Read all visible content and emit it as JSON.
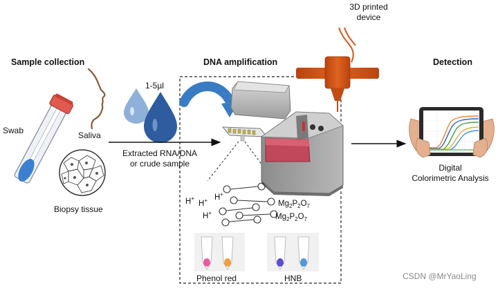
{
  "headers": {
    "sample_collection": "Sample collection",
    "dna_amplification": "DNA amplification",
    "detection": "Detection"
  },
  "labels": {
    "swab": "Swab",
    "saliva": "Saliva",
    "biopsy": "Biopsy tissue",
    "volume": "1-5µl",
    "extracted_line1": "Extracted RNA/DNA",
    "extracted_line2": "or crude sample",
    "printed_line1": "3D printed",
    "printed_line2": "device",
    "digital_line1": "Digital",
    "digital_line2": "Colorimetric Analysis",
    "phenol_red": "Phenol red",
    "hnb": "HNB"
  },
  "chemistry": {
    "proton": "H",
    "proton_charge": "+",
    "pyrophosphate": {
      "mg": "Mg",
      "mg_count": "2",
      "p": "P",
      "p_count": "2",
      "o": "O",
      "o_count": "7"
    }
  },
  "watermark": "CSDN @MrYaoLing",
  "colors": {
    "drop_light": "#8fb0d8",
    "drop_dark": "#2e5c9e",
    "curved_arrow": "#3a7cc4",
    "printer_orange": "#d9591a",
    "device_gray": "#9a9a9a",
    "tube_cap": "#e05a4f",
    "swab_tip": "#3d7fd1",
    "phenol_pink": "#ee5aa0",
    "phenol_orange": "#f0a040",
    "hnb_violet": "#5a4fd0",
    "hnb_blue": "#4f9ad8",
    "curves": [
      "#f08030",
      "#3060c0",
      "#40a040",
      "#e0b030",
      "#4090e0",
      "#70c070"
    ]
  }
}
